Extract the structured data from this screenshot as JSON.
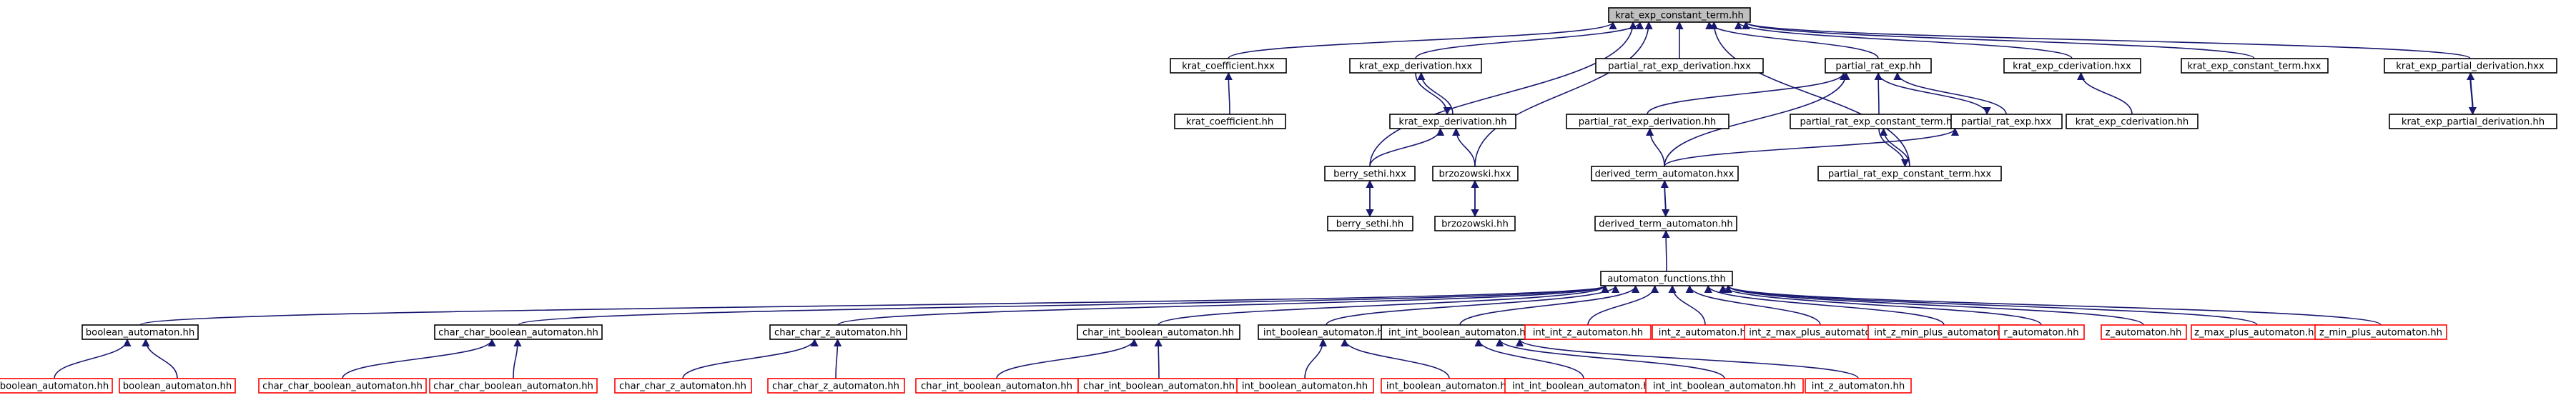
{
  "colors": {
    "edge": "#191970",
    "root_fill": "#bfbfbf",
    "node_fill": "#ffffff",
    "node_border": "#000000",
    "external_border": "#ff0000",
    "text": "#000000"
  },
  "nodes": [
    {
      "id": "root",
      "label": "krat_exp_constant_term.hh",
      "style": "root"
    },
    {
      "id": "krat_coefficient_hxx",
      "label": "krat_coefficient.hxx",
      "style": "normal"
    },
    {
      "id": "krat_exp_derivation_hxx",
      "label": "krat_exp_derivation.hxx",
      "style": "normal"
    },
    {
      "id": "partial_rat_exp_derivation_hxx",
      "label": "partial_rat_exp_derivation.hxx",
      "style": "normal"
    },
    {
      "id": "partial_rat_exp_hh",
      "label": "partial_rat_exp.hh",
      "style": "normal"
    },
    {
      "id": "krat_exp_cderivation_hxx",
      "label": "krat_exp_cderivation.hxx",
      "style": "normal"
    },
    {
      "id": "krat_exp_constant_term_hxx",
      "label": "krat_exp_constant_term.hxx",
      "style": "normal"
    },
    {
      "id": "krat_exp_partial_derivation_hxx",
      "label": "krat_exp_partial_derivation.hxx",
      "style": "normal"
    },
    {
      "id": "krat_coefficient_hh",
      "label": "krat_coefficient.hh",
      "style": "normal"
    },
    {
      "id": "krat_exp_derivation_hh",
      "label": "krat_exp_derivation.hh",
      "style": "normal"
    },
    {
      "id": "partial_rat_exp_derivation_hh",
      "label": "partial_rat_exp_derivation.hh",
      "style": "normal"
    },
    {
      "id": "partial_rat_exp_constant_term_hh",
      "label": "partial_rat_exp_constant_term.hh",
      "style": "normal"
    },
    {
      "id": "partial_rat_exp_hxx",
      "label": "partial_rat_exp.hxx",
      "style": "normal"
    },
    {
      "id": "krat_exp_cderivation_hh",
      "label": "krat_exp_cderivation.hh",
      "style": "normal"
    },
    {
      "id": "krat_exp_partial_derivation_hh",
      "label": "krat_exp_partial_derivation.hh",
      "style": "normal"
    },
    {
      "id": "berry_sethi_hxx",
      "label": "berry_sethi.hxx",
      "style": "normal"
    },
    {
      "id": "brzozowski_hxx",
      "label": "brzozowski.hxx",
      "style": "normal"
    },
    {
      "id": "derived_term_automaton_hxx",
      "label": "derived_term_automaton.hxx",
      "style": "normal"
    },
    {
      "id": "partial_rat_exp_constant_term_hxx",
      "label": "partial_rat_exp_constant_term.hxx",
      "style": "normal"
    },
    {
      "id": "berry_sethi_hh",
      "label": "berry_sethi.hh",
      "style": "normal"
    },
    {
      "id": "brzozowski_hh",
      "label": "brzozowski.hh",
      "style": "normal"
    },
    {
      "id": "derived_term_automaton_hh",
      "label": "derived_term_automaton.hh",
      "style": "normal"
    },
    {
      "id": "automaton_functions_thh",
      "label": "automaton_functions.thh",
      "style": "normal"
    },
    {
      "id": "boolean_automaton_hh_l3",
      "label": "boolean_automaton.hh",
      "style": "normal"
    },
    {
      "id": "char_char_boolean_automaton_hh_l3",
      "label": "char_char_boolean_automaton.hh",
      "style": "normal"
    },
    {
      "id": "char_char_z_automaton_hh_l3",
      "label": "char_char_z_automaton.hh",
      "style": "normal"
    },
    {
      "id": "char_int_boolean_automaton_hh_l3",
      "label": "char_int_boolean_automaton.hh",
      "style": "normal"
    },
    {
      "id": "int_boolean_automaton_hh_l3",
      "label": "int_boolean_automaton.hh",
      "style": "normal"
    },
    {
      "id": "int_int_boolean_automaton_hh_l3",
      "label": "int_int_boolean_automaton.hh",
      "style": "normal"
    },
    {
      "id": "int_int_z_automaton_hh_l3",
      "label": "int_int_z_automaton.hh",
      "style": "external"
    },
    {
      "id": "int_z_automaton_hh_l3",
      "label": "int_z_automaton.hh",
      "style": "external"
    },
    {
      "id": "int_z_max_plus_automaton_hh",
      "label": "int_z_max_plus_automaton.hh",
      "style": "external"
    },
    {
      "id": "int_z_min_plus_automaton_hh",
      "label": "int_z_min_plus_automaton.hh",
      "style": "external"
    },
    {
      "id": "r_automaton_hh",
      "label": "r_automaton.hh",
      "style": "external"
    },
    {
      "id": "z_automaton_hh",
      "label": "z_automaton.hh",
      "style": "external"
    },
    {
      "id": "z_max_plus_automaton_hh",
      "label": "z_max_plus_automaton.hh",
      "style": "external"
    },
    {
      "id": "z_min_plus_automaton_hh",
      "label": "z_min_plus_automaton.hh",
      "style": "external"
    },
    {
      "id": "boolean_automaton_hh_a",
      "label": "boolean_automaton.hh",
      "style": "external"
    },
    {
      "id": "boolean_automaton_hh_b",
      "label": "boolean_automaton.hh",
      "style": "external"
    },
    {
      "id": "char_char_boolean_automaton_hh_a",
      "label": "char_char_boolean_automaton.hh",
      "style": "external"
    },
    {
      "id": "char_char_boolean_automaton_hh_b",
      "label": "char_char_boolean_automaton.hh",
      "style": "external"
    },
    {
      "id": "char_char_z_automaton_hh_a",
      "label": "char_char_z_automaton.hh",
      "style": "external"
    },
    {
      "id": "char_char_z_automaton_hh_b",
      "label": "char_char_z_automaton.hh",
      "style": "external"
    },
    {
      "id": "char_int_boolean_automaton_hh_a",
      "label": "char_int_boolean_automaton.hh",
      "style": "external"
    },
    {
      "id": "char_int_boolean_automaton_hh_b",
      "label": "char_int_boolean_automaton.hh",
      "style": "external"
    },
    {
      "id": "int_boolean_automaton_hh_a",
      "label": "int_boolean_automaton.hh",
      "style": "external"
    },
    {
      "id": "int_boolean_automaton_hh_b",
      "label": "int_boolean_automaton.hh",
      "style": "external"
    },
    {
      "id": "int_int_boolean_automaton_hh_a",
      "label": "int_int_boolean_automaton.hh",
      "style": "external"
    },
    {
      "id": "int_int_boolean_automaton_hh_b",
      "label": "int_int_boolean_automaton.hh",
      "style": "external"
    },
    {
      "id": "int_z_automaton_hh_b",
      "label": "int_z_automaton.hh",
      "style": "external"
    }
  ]
}
